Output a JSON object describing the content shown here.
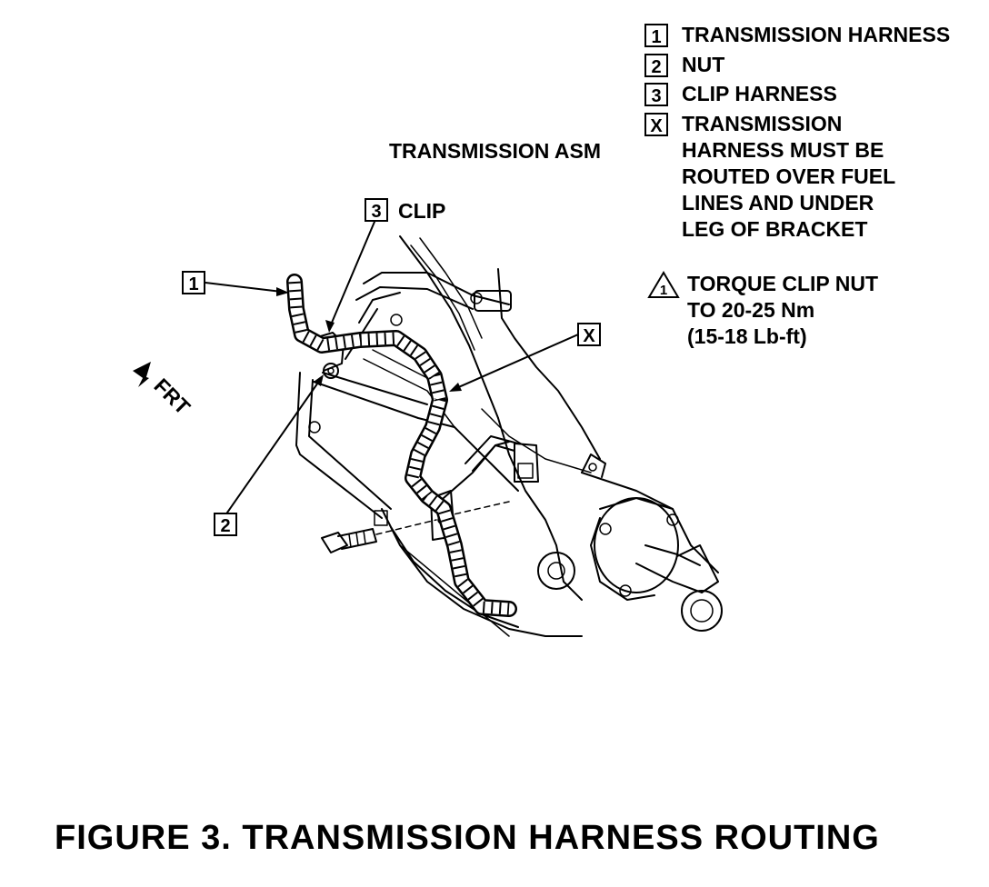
{
  "legend": {
    "items": [
      {
        "key": "1",
        "text": "TRANSMISSION HARNESS"
      },
      {
        "key": "2",
        "text": "NUT"
      },
      {
        "key": "3",
        "text": "CLIP HARNESS"
      },
      {
        "key": "X",
        "lines": [
          "TRANSMISSION",
          "HARNESS MUST BE",
          "ROUTED OVER FUEL",
          "LINES AND UNDER",
          "LEG OF BRACKET"
        ]
      }
    ],
    "torque_symbol": "1",
    "torque_lines": [
      "TORQUE CLIP NUT",
      "TO 20-25 Nm",
      "(15-18 Lb-ft)"
    ]
  },
  "labels": {
    "assembly": "TRANSMISSION ASM",
    "clip_key": "3",
    "clip_text": "CLIP",
    "callout_1": "1",
    "callout_2": "2",
    "callout_x": "X",
    "front": "FRT"
  },
  "figure_title": "FIGURE 3. TRANSMISSION HARNESS ROUTING"
}
